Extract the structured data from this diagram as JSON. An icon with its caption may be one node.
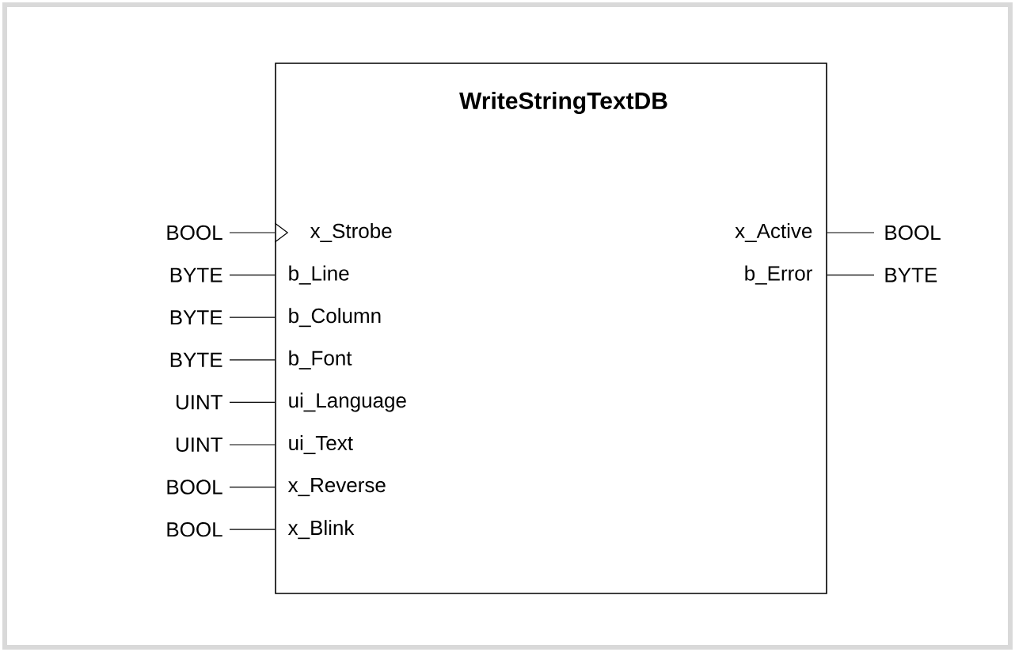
{
  "diagram": {
    "nodes": [
      {
        "text": [
          "WriteStringTextDB"
        ]
      },
      {
        "text": [
          "BOOL"
        ]
      },
      {
        "text": [
          "BYTE"
        ]
      },
      {
        "text": [
          "BYTE"
        ]
      },
      {
        "text": [
          "BYTE"
        ]
      },
      {
        "text": [
          "UINT"
        ]
      },
      {
        "text": [
          "UINT"
        ]
      },
      {
        "text": [
          "BOOL"
        ]
      },
      {
        "text": [
          "BOOL"
        ]
      },
      {
        "text": [
          "x_Strobe"
        ],
        "in": 0
      },
      {
        "text": [
          "b_Line"
        ],
        "in": 0
      },
      {
        "text": [
          "b_Column"
        ],
        "in": 0
      },
      {
        "text": [
          "b_Font"
        ],
        "in": 0
      },
      {
        "text": [
          "ui_Language"
        ],
        "in": 0
      },
      {
        "text": [
          "ui_Text"
        ],
        "in": 0
      },
      {
        "text": [
          "x_Reverse"
        ],
        "in": 0
      },
      {
        "text": [
          "x_Blink"
        ],
        "in": 0
      },
      {
        "text": [
          "x_Active"
        ],
        "in": 0
      },
      {
        "text": [
          "b_Error"
        ],
        "in": 0
      },
      {
        "text": [
          "BOOL"
        ]
      },
      {
        "text": [
          "BYTE"
        ]
      }
    ],
    "edges": [
      {
        "from": 1,
        "to": 9,
        "arrow": "to"
      },
      {
        "from": 2,
        "to": 10,
        "arrow": "none"
      },
      {
        "from": 3,
        "to": 11,
        "arrow": "none"
      },
      {
        "from": 4,
        "to": 12,
        "arrow": "none"
      },
      {
        "from": 5,
        "to": 13,
        "arrow": "none"
      },
      {
        "from": 6,
        "to": 14,
        "arrow": "none"
      },
      {
        "from": 7,
        "to": 15,
        "arrow": "none"
      },
      {
        "from": 8,
        "to": 16,
        "arrow": "none"
      },
      {
        "from": 17,
        "to": 19,
        "arrow": "none"
      },
      {
        "from": 18,
        "to": 20,
        "arrow": "none"
      }
    ]
  }
}
